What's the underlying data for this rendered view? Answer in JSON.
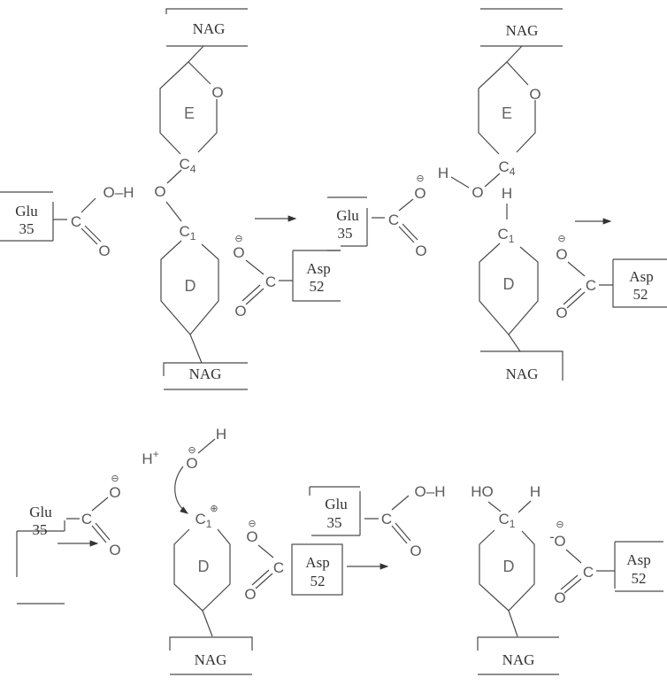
{
  "labels": {
    "nag": "NAG",
    "glu": "Glu",
    "glu_num": "35",
    "asp": "Asp",
    "asp_num": "52",
    "ring_e": "E",
    "ring_d": "D",
    "carbon": "C",
    "oxygen": "O",
    "hydrogen": "H",
    "hydroxyl": "HO",
    "oh_bond": "O–H",
    "proton": "H",
    "plus_sup": "+",
    "c1_sub": "1",
    "c4_sub": "4",
    "minus_charge": "⊖",
    "plus_charge": "⊕",
    "minus_sign": "-"
  },
  "colors": {
    "lines": "#4a4a4a",
    "atoms": "#5a5a5a",
    "residues": "#333333"
  }
}
